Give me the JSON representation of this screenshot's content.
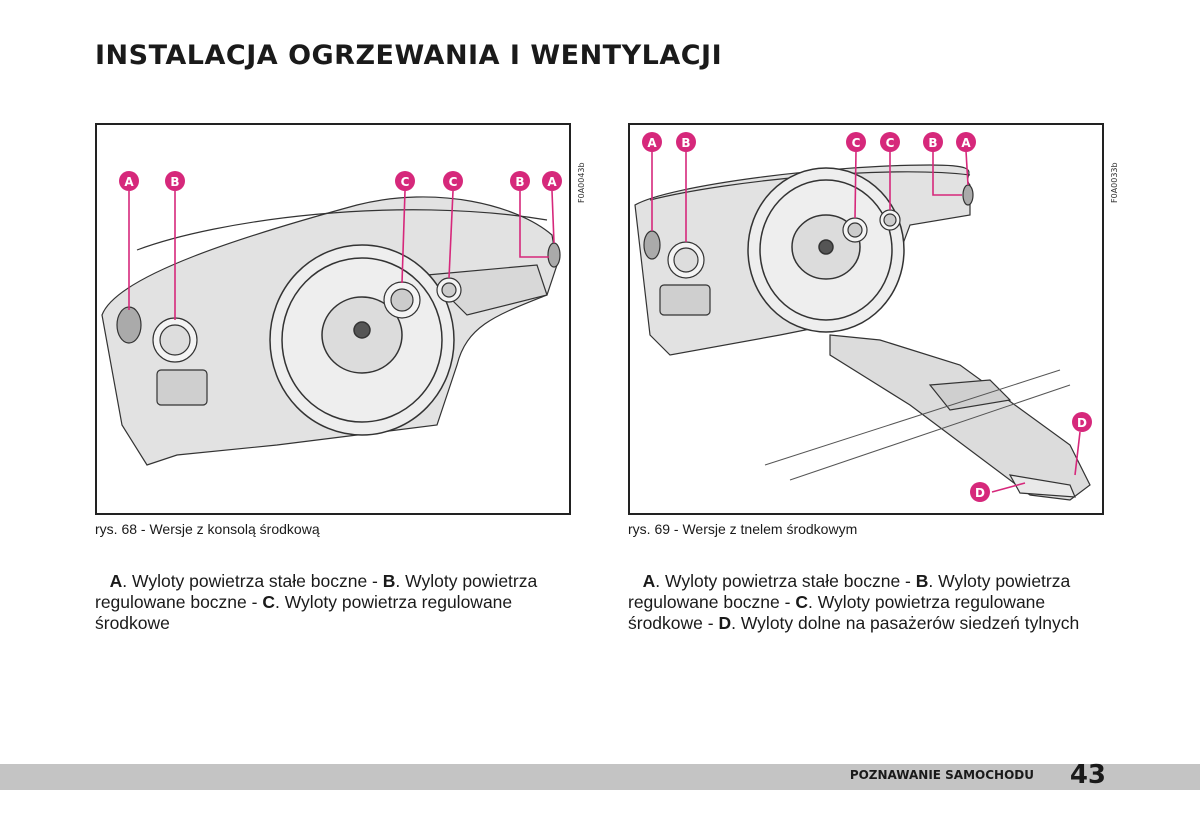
{
  "page": {
    "title": "INSTALACJA OGRZEWANIA I WENTYLACJI",
    "footer_section": "POZNAWANIE SAMOCHODU",
    "page_number": "43"
  },
  "figures": [
    {
      "code": "F0A0043b",
      "caption": "rys. 68 - Wersje z konsolą środkową",
      "markers": [
        "A",
        "B",
        "C",
        "C",
        "B",
        "A"
      ],
      "description": [
        {
          "letter": "A",
          "text": ". Wyloty powietrza stałe boczne - "
        },
        {
          "letter": "B",
          "text": ". Wyloty powietrza regulowane boczne - "
        },
        {
          "letter": "C",
          "text": ". Wyloty powietrza regulowane środkowe"
        }
      ]
    },
    {
      "code": "F0A0033b",
      "caption": "rys. 69 - Wersje z tnelem środkowym",
      "markers": [
        "A",
        "B",
        "C",
        "C",
        "B",
        "A",
        "D",
        "D"
      ],
      "description": [
        {
          "letter": "A",
          "text": ". Wyloty powietrza stałe boczne - "
        },
        {
          "letter": "B",
          "text": ". Wyloty powietrza regulowane boczne - "
        },
        {
          "letter": "C",
          "text": ". Wyloty powietrza regulowane środkowe - "
        },
        {
          "letter": "D",
          "text": ". Wyloty dolne na pasażerów siedzeń tylnych"
        }
      ]
    }
  ],
  "colors": {
    "marker": "#d6287b",
    "footer_bar": "#c4c4c4"
  }
}
